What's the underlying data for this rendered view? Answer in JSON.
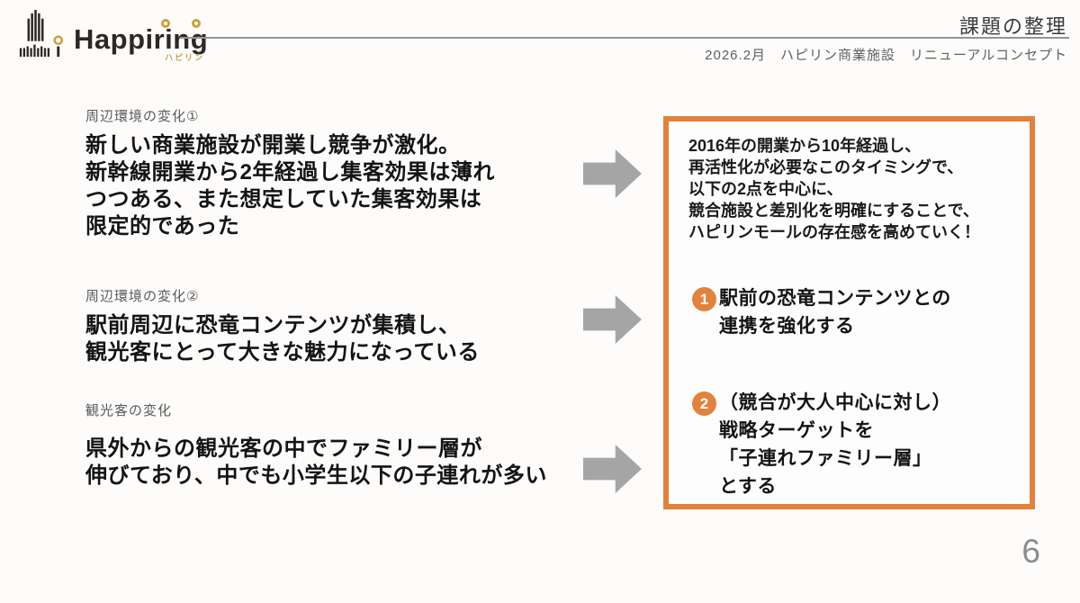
{
  "header": {
    "brand": "Happiring",
    "brand_sub": "ハピリン",
    "title": "課題の整理",
    "subtitle": "2026.2月　ハピリン商業施設　リニューアルコンセプト"
  },
  "sections": [
    {
      "label": "周辺環境の変化①",
      "lines": [
        "新しい商業施設が開業し競争が激化。",
        "新幹線開業から2年経過し集客効果は薄れ",
        "つつある、また想定していた集客効果は",
        "限定的であった"
      ]
    },
    {
      "label": "周辺環境の変化②",
      "lines": [
        "駅前周辺に恐竜コンテンツが集積し、",
        "観光客にとって大きな魅力になっている"
      ]
    },
    {
      "label": "観光客の変化",
      "lines": [
        "県外からの観光客の中でファミリー層が",
        "伸びており、中でも小学生以下の子連れが多い"
      ]
    }
  ],
  "summary_box": {
    "intro_lines": [
      "2016年の開業から10年経過し、",
      "再活性化が必要なこのタイミングで、",
      "以下の2点を中心に、",
      "競合施設と差別化を明確にすることで、",
      "ハピリンモールの存在感を高めていく！"
    ],
    "points": [
      {
        "number": "1",
        "lines": [
          "駅前の恐竜コンテンツとの",
          "連携を強化する"
        ]
      },
      {
        "number": "2",
        "lines": [
          "（競合が大人中心に対し）",
          "戦略ターゲットを",
          "「子連れファミリー層」",
          "とする"
        ]
      }
    ]
  },
  "page_number": "6",
  "colors": {
    "accent_orange": "#e2823d",
    "arrow_gray": "#a5a5a5",
    "logo_gold": "#c9a13b",
    "logo_dark": "#2d2823"
  }
}
